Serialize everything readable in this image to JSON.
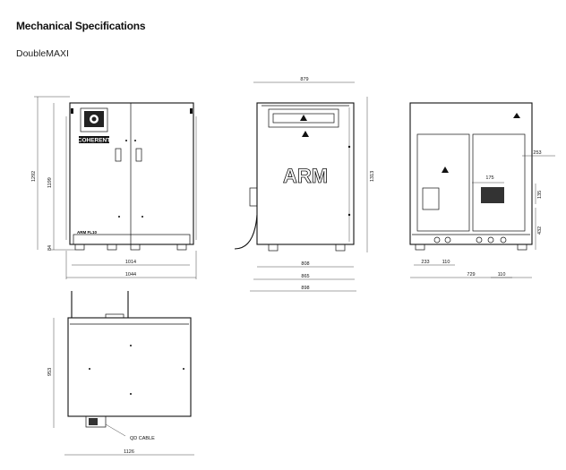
{
  "header": {
    "title": "Mechanical Specifications",
    "subtitle": "DoubleMAXI"
  },
  "front": {
    "brand": "COHERENT",
    "model": "ARM FL10",
    "h1": "1292",
    "h2": "1199",
    "h3": "84",
    "w1": "1014",
    "w2": "1044"
  },
  "side": {
    "top": "879",
    "label": "ARM",
    "h": "1313",
    "d1": "808",
    "d2": "865",
    "d3": "898"
  },
  "back": {
    "d175": "175",
    "d253": "253",
    "d135": "135",
    "d432": "432",
    "d233": "233",
    "d110a": "110",
    "d729": "729",
    "d110b": "110"
  },
  "top": {
    "h": "953",
    "cable": "QD CABLE",
    "w": "1126"
  }
}
